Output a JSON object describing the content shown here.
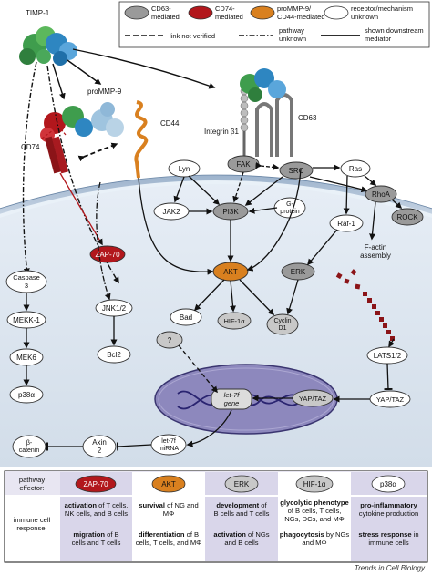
{
  "legend": {
    "items": [
      {
        "label": "CD63-\nmediated",
        "color": "#9a9a9a"
      },
      {
        "label": "CD74-\nmediated",
        "color": "#b2171c"
      },
      {
        "label": "proMMP-9/\nCD44-mediated",
        "color": "#d9801f"
      },
      {
        "label": "receptor/mechanism\nunknown",
        "color": "#ffffff"
      }
    ],
    "lines": [
      {
        "label": "link not verified"
      },
      {
        "label": "pathway\nunknown"
      },
      {
        "label": "shown downstream\nmediator"
      }
    ]
  },
  "labels": {
    "timp1": "TIMP-1",
    "prommp9": "proMMP-9",
    "cd44": "CD44",
    "cd74": "CD74",
    "integrin": "Integrin β1",
    "cd63": "CD63"
  },
  "nodes": {
    "lyn": "Lyn",
    "fak": "FAK",
    "src": "SRC",
    "ras": "Ras",
    "jak2": "JAK2",
    "pi3k": "PI3K",
    "gprotein": "G-\nprotein",
    "raf1": "Raf-1",
    "rhoa": "RhoA",
    "rock": "ROCK",
    "factin": "F-actin\nassembly",
    "zap70": "ZAP-70",
    "akt": "AKT",
    "erk": "ERK",
    "caspase3": "Caspase\n3",
    "mekk1": "MEKK-1",
    "mek6": "MEK6",
    "p38a": "p38α",
    "jnk": "JNK1/2",
    "bcl2": "Bcl2",
    "bad": "Bad",
    "hif1a": "HIF-1α",
    "cyclind1": "Cyclin\nD1",
    "q": "?",
    "lats": "LATS1/2",
    "yaptaz_cyto": "YAP/TAZ",
    "yaptaz_nuc": "YAP/TAZ",
    "let7f_gene": "let-7f\ngene",
    "let7f_mirna": "let-7f\nmiRNA",
    "axin2": "Axin\n2",
    "bcatenin": "β-\ncatenin"
  },
  "table": {
    "row1_label": "pathway\neffector:",
    "row2_label": "immune cell\nresponse:",
    "columns": [
      {
        "effector": "ZAP-70",
        "color": "#b2171c",
        "resp1_bold": "activation",
        "resp1_rest": " of T cells,\nNK cells, and B cells",
        "resp2_bold": "migration",
        "resp2_rest": " of B\ncells and T cells"
      },
      {
        "effector": "AKT",
        "color": "#d9801f",
        "resp1_bold": "survival",
        "resp1_rest": " of NG and\nMΦ",
        "resp2_bold": "differentiation",
        "resp2_rest": " of B\ncells, T cells, and MΦ"
      },
      {
        "effector": "ERK",
        "color": "#c8c8c8",
        "resp1_bold": "development",
        "resp1_rest": " of\nB cells and T cells",
        "resp2_bold": "activation",
        "resp2_rest": " of NGs\nand B cells"
      },
      {
        "effector": "HIF-1α",
        "color": "#c8c8c8",
        "resp1_bold": "glycolytic phenotype",
        "resp1_rest": "\nof  B cells, T cells,\nNGs, DCs, and MΦ",
        "resp2_bold": "phagocytosis",
        "resp2_rest": " by NGs\nand MΦ"
      },
      {
        "effector": "p38α",
        "color": "#ffffff",
        "resp1_bold": "pro-inflammatory",
        "resp1_rest": "\ncytokine production",
        "resp2_bold": "stress response",
        "resp2_rest": " in\nimmune cells"
      }
    ]
  },
  "brand": "Trends in Cell Biology"
}
